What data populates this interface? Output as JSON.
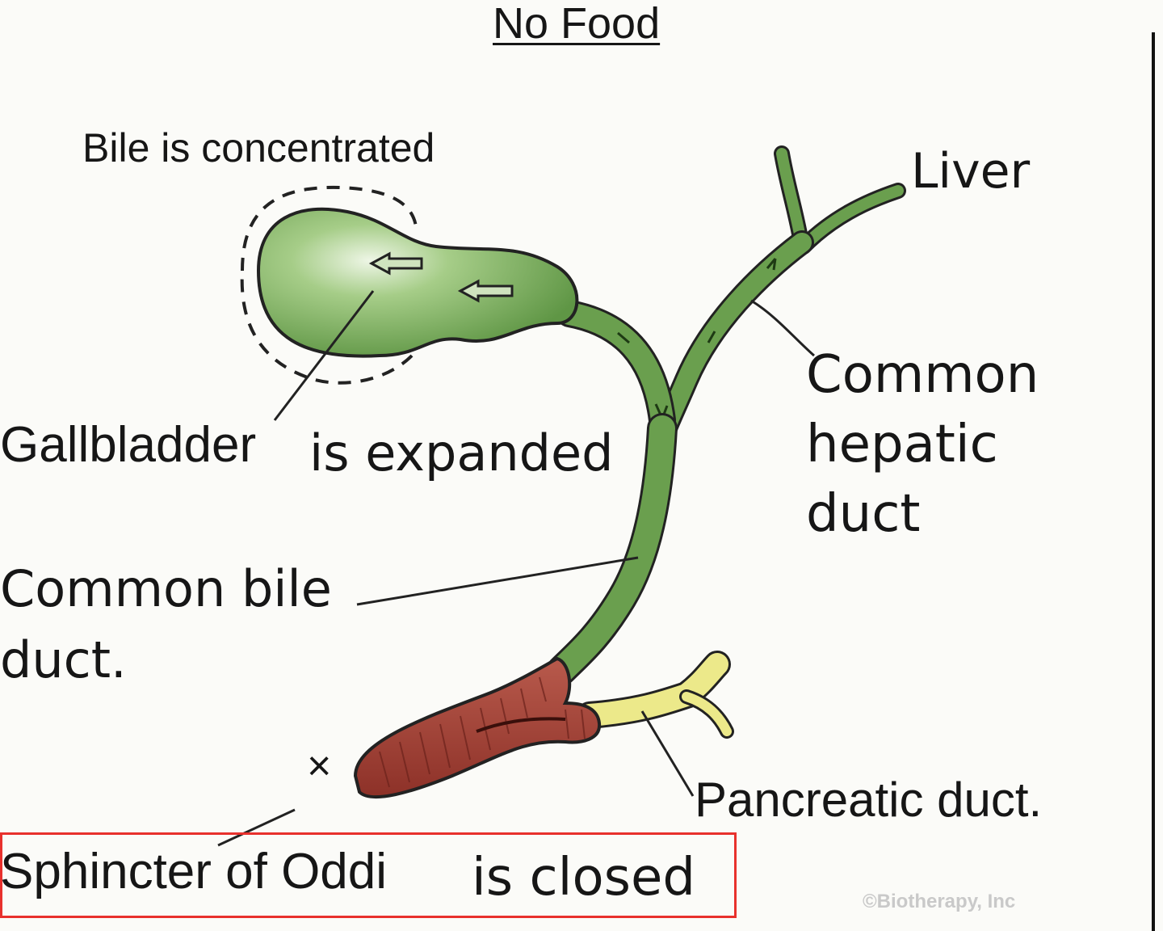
{
  "title": "No Food",
  "labels": {
    "bile_state": "Bile is concentrated",
    "liver": "Liver",
    "gallbladder": "Gallbladder",
    "gallbladder_state": "is expanded",
    "common_hepatic_line1": "Common",
    "common_hepatic_line2": "hepatic",
    "common_hepatic_line3": "duct",
    "common_bile_line1": "Common bile",
    "common_bile_line2": "duct.",
    "pancreatic": "Pancreatic duct.",
    "sphincter": "Sphincter of Oddi",
    "sphincter_state": "is closed",
    "closed_mark": "×"
  },
  "credit": "©Biotherapy, Inc",
  "colors": {
    "duct_green": "#6a9f4e",
    "gallbladder_green": "#7fb060",
    "sphincter_red": "#a5443a",
    "pancreatic_yellow": "#ece98a",
    "highlight_red": "#e8312d"
  }
}
